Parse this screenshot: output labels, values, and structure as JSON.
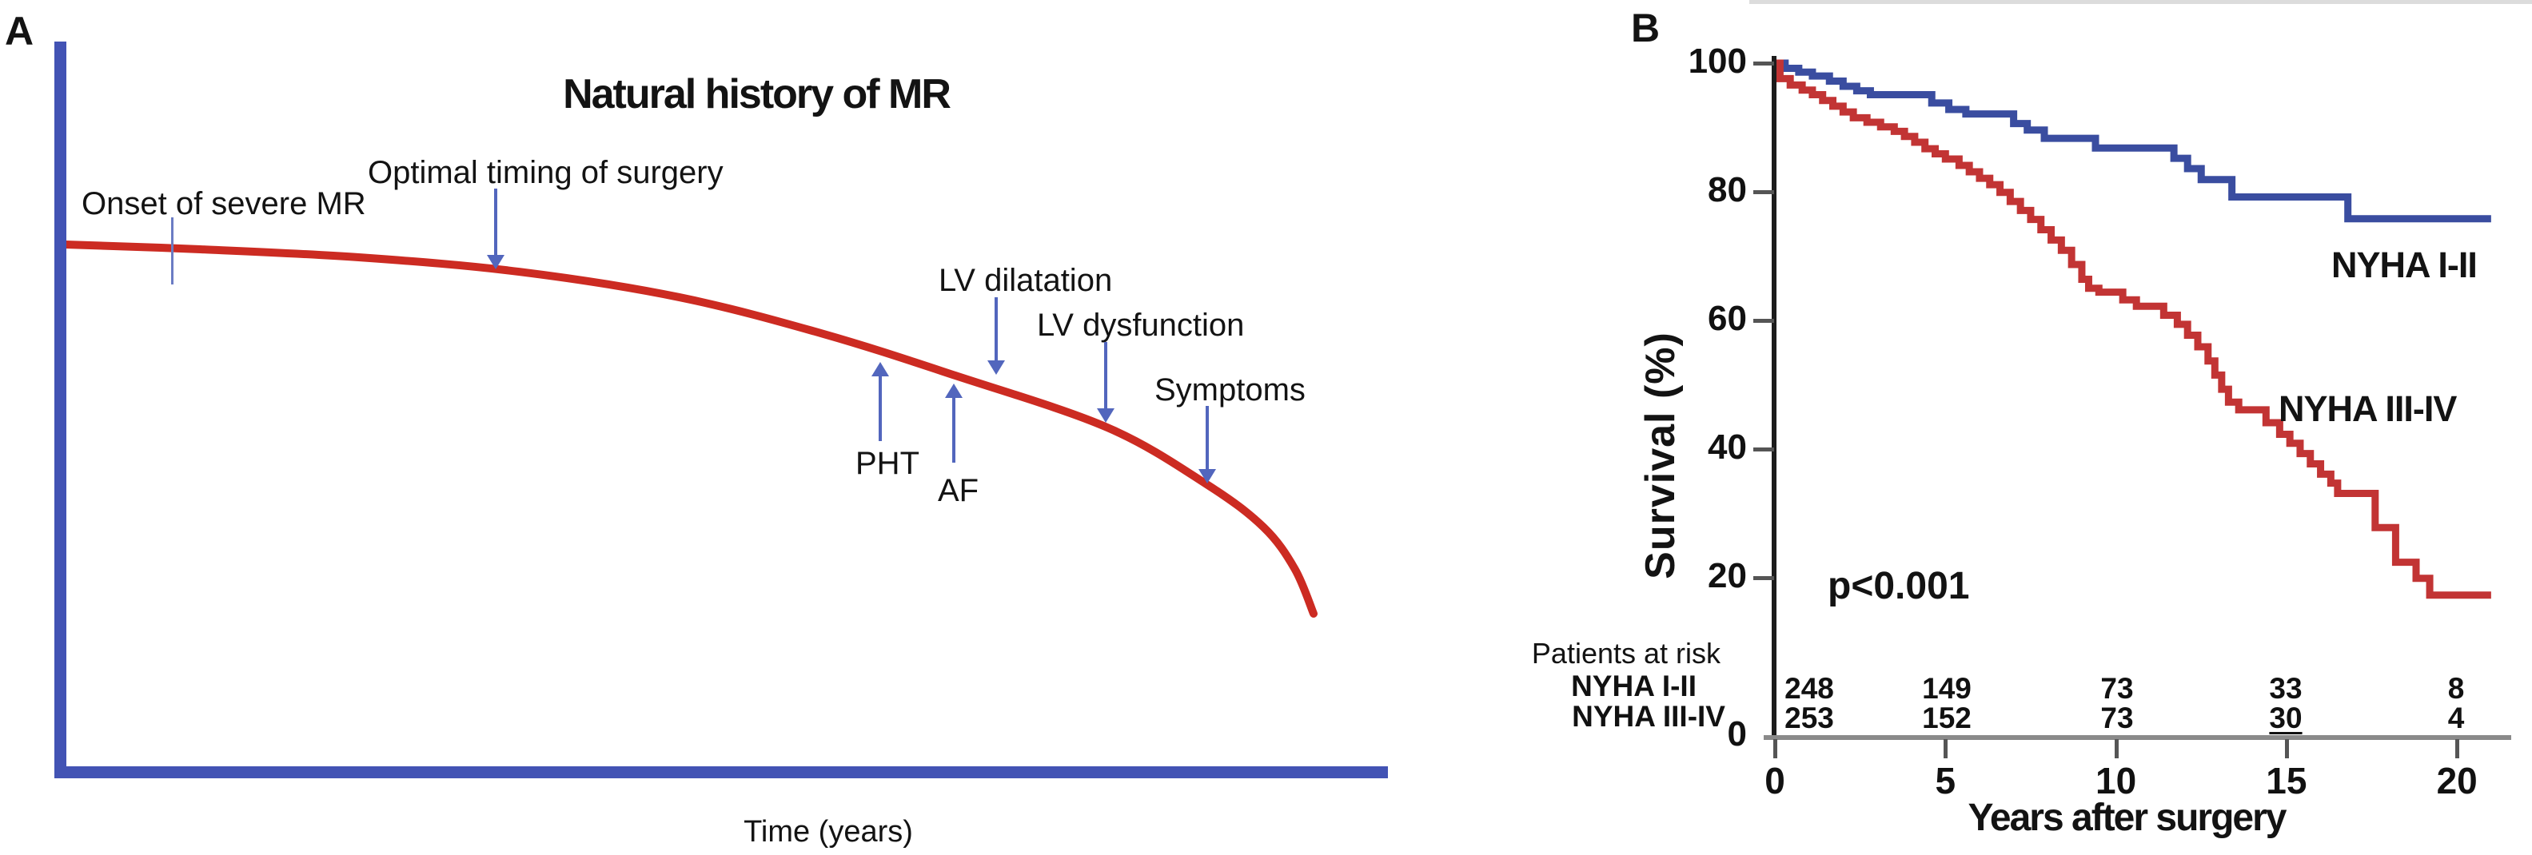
{
  "panelA": {
    "label": "A",
    "title": "Natural history of MR",
    "xlabel": "Time (years)",
    "annotations": {
      "onset": "Onset of severe MR",
      "optimal": "Optimal timing of surgery",
      "lv_dilatation": "LV dilatation",
      "lv_dysfunction": "LV dysfunction",
      "symptoms": "Symptoms",
      "pht": "PHT",
      "af": "AF"
    },
    "colors": {
      "axis_blue": "#4253b4",
      "curve_red": "#cc2b22",
      "arrow_blue": "#5266bd"
    }
  },
  "panelB": {
    "label": "B",
    "ylabel": "Survival (%)",
    "xlabel": "Years after surgery",
    "p_value": "p<0.001",
    "curve_labels": {
      "blue": "NYHA I-II",
      "red": "NYHA III-IV"
    },
    "risk_table": {
      "header": "Patients at risk",
      "rows": [
        {
          "label": "NYHA I-II",
          "values": [
            "248",
            "149",
            "73",
            "33",
            "8"
          ]
        },
        {
          "label": "NYHA III-IV",
          "values": [
            "253",
            "152",
            "73",
            "30",
            "4"
          ]
        }
      ]
    },
    "colors": {
      "blue": "#3a4da0",
      "red": "#c23434",
      "axis_dark": "#1c1c1c",
      "axis_gray": "#8a8a8a"
    }
  },
  "chart_data": [
    {
      "type": "line",
      "panel": "A",
      "title": "Natural history of MR",
      "xlabel": "Time (years)",
      "ylabel": "",
      "style": "schematic smooth declining curve, no numeric axes",
      "color": "#cc2b22",
      "points_normalized": [
        [
          0.0,
          1.0
        ],
        [
          0.108,
          0.987
        ],
        [
          0.236,
          0.965
        ],
        [
          0.364,
          0.926
        ],
        [
          0.492,
          0.857
        ],
        [
          0.607,
          0.758
        ],
        [
          0.713,
          0.645
        ],
        [
          0.835,
          0.504
        ],
        [
          0.915,
          0.349
        ],
        [
          0.96,
          0.234
        ],
        [
          0.985,
          0.121
        ],
        [
          1.0,
          0.0
        ]
      ],
      "event_positions_normalized": {
        "onset_of_severe_MR": 0.085,
        "optimal_timing_of_surgery": 0.345,
        "PHT": 0.653,
        "AF": 0.712,
        "LV_dilatation": 0.746,
        "LV_dysfunction": 0.833,
        "symptoms": 0.915
      }
    },
    {
      "type": "line",
      "panel": "B",
      "subtype": "kaplan-meier-step",
      "xlabel": "Years after surgery",
      "ylabel": "Survival (%)",
      "xlim": [
        0,
        21
      ],
      "ylim": [
        0,
        100
      ],
      "xticks": [
        0,
        5,
        10,
        15,
        20
      ],
      "yticks": [
        100,
        80,
        60,
        40,
        20,
        0
      ],
      "grid": false,
      "legend_position": "labels next to curves",
      "annotation": "p<0.001",
      "series": [
        {
          "name": "NYHA I-II",
          "color": "#3a4da0",
          "steps": [
            [
              0,
              100
            ],
            [
              0.3,
              99.2
            ],
            [
              0.7,
              98.6
            ],
            [
              1.1,
              98.0
            ],
            [
              1.6,
              97.2
            ],
            [
              2.0,
              96.4
            ],
            [
              2.4,
              95.7
            ],
            [
              2.8,
              95.1
            ],
            [
              4.6,
              93.8
            ],
            [
              5.1,
              92.8
            ],
            [
              5.6,
              92.1
            ],
            [
              7.0,
              90.6
            ],
            [
              7.4,
              89.6
            ],
            [
              7.9,
              88.3
            ],
            [
              9.4,
              86.8
            ],
            [
              11.7,
              85.2
            ],
            [
              12.1,
              83.6
            ],
            [
              12.5,
              81.9
            ],
            [
              13.4,
              79.2
            ],
            [
              16.8,
              75.8
            ],
            [
              21,
              75.8
            ]
          ]
        },
        {
          "name": "NYHA III-IV",
          "color": "#c23434",
          "steps": [
            [
              0,
              100
            ],
            [
              0.15,
              97.6
            ],
            [
              0.45,
              96.6
            ],
            [
              0.8,
              95.8
            ],
            [
              1.1,
              95.1
            ],
            [
              1.4,
              94.2
            ],
            [
              1.7,
              93.3
            ],
            [
              2.0,
              92.4
            ],
            [
              2.3,
              91.5
            ],
            [
              2.7,
              90.8
            ],
            [
              3.1,
              90.1
            ],
            [
              3.5,
              89.4
            ],
            [
              3.8,
              88.6
            ],
            [
              4.1,
              87.7
            ],
            [
              4.4,
              86.7
            ],
            [
              4.7,
              85.9
            ],
            [
              5.0,
              85.1
            ],
            [
              5.4,
              84.1
            ],
            [
              5.7,
              83.1
            ],
            [
              6.0,
              82.1
            ],
            [
              6.3,
              81.1
            ],
            [
              6.6,
              79.9
            ],
            [
              6.9,
              78.5
            ],
            [
              7.2,
              77.1
            ],
            [
              7.5,
              75.7
            ],
            [
              7.8,
              74.1
            ],
            [
              8.1,
              72.5
            ],
            [
              8.4,
              70.9
            ],
            [
              8.7,
              68.7
            ],
            [
              9.0,
              66.4
            ],
            [
              9.2,
              65.0
            ],
            [
              9.5,
              64.4
            ],
            [
              10.2,
              63.2
            ],
            [
              10.6,
              62.2
            ],
            [
              11.4,
              60.8
            ],
            [
              11.8,
              59.4
            ],
            [
              12.1,
              57.7
            ],
            [
              12.4,
              55.9
            ],
            [
              12.7,
              53.7
            ],
            [
              12.9,
              51.5
            ],
            [
              13.1,
              49.3
            ],
            [
              13.3,
              47.3
            ],
            [
              13.6,
              46.1
            ],
            [
              14.4,
              44.1
            ],
            [
              14.8,
              42.3
            ],
            [
              15.1,
              40.9
            ],
            [
              15.4,
              39.3
            ],
            [
              15.7,
              37.7
            ],
            [
              16.0,
              36.1
            ],
            [
              16.3,
              34.7
            ],
            [
              16.5,
              33.1
            ],
            [
              17.6,
              27.8
            ],
            [
              18.2,
              22.4
            ],
            [
              18.8,
              19.9
            ],
            [
              19.2,
              17.3
            ],
            [
              21,
              17.3
            ]
          ]
        }
      ],
      "patients_at_risk": {
        "times": [
          0,
          5,
          10,
          15,
          20
        ],
        "NYHA I-II": [
          248,
          149,
          73,
          33,
          8
        ],
        "NYHA III-IV": [
          253,
          152,
          73,
          30,
          4
        ]
      }
    }
  ]
}
